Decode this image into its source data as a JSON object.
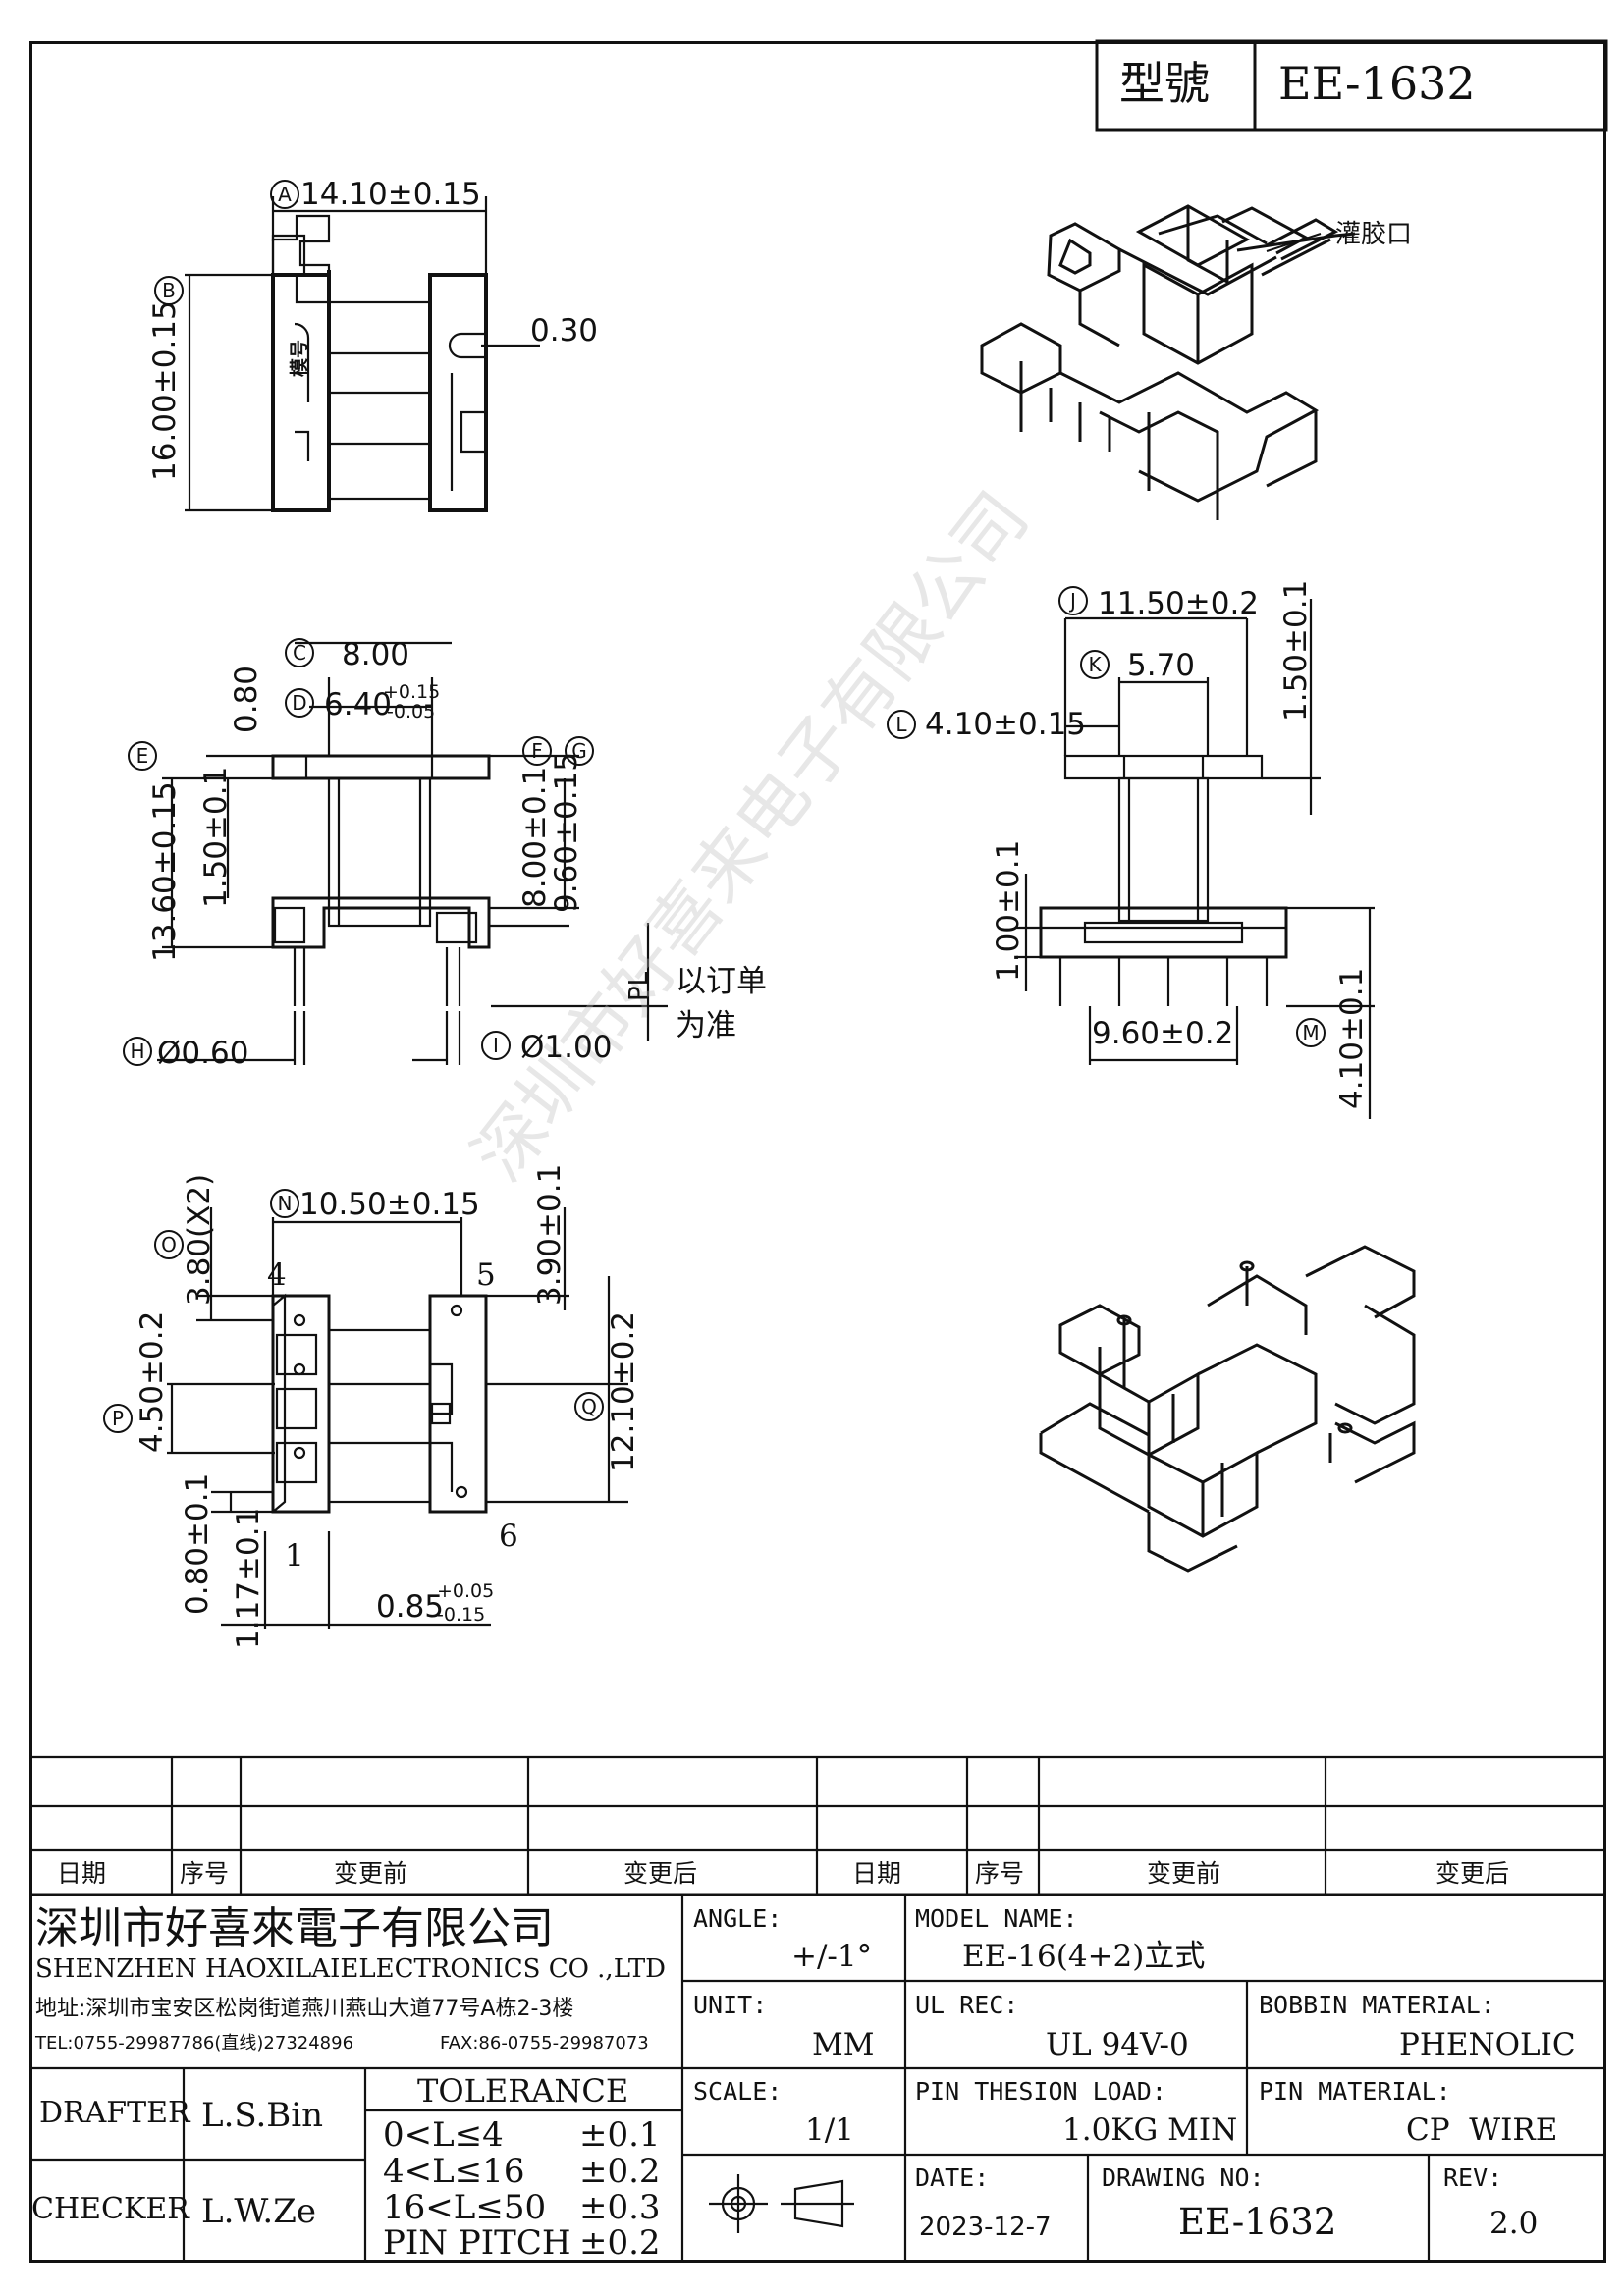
{
  "model_box": {
    "label": "型號",
    "value": "EE-1632"
  },
  "glue_note": "灌胶口",
  "side_mark": "模号",
  "views": {
    "top": {
      "A": "14.10±0.15",
      "B": "16.00±0.15",
      "gap": "0.30"
    },
    "front": {
      "C": "8.00",
      "D_main": "6.40",
      "D_plus": "+0.15",
      "D_minus": "-0.05",
      "t080": "0.80",
      "E": "13.60±0.15",
      "h150": "1.50±0.1",
      "h800": "8.00±0.1",
      "h960": "9.60±0.15",
      "H": "Ø0.60",
      "I": "Ø1.00",
      "PL": "PL",
      "PL_note_1": "以订单",
      "PL_note_2": "为准"
    },
    "side": {
      "J": "11.50±0.2",
      "K": "5.70",
      "L": "4.10±0.15",
      "h150": "1.50±0.1",
      "h100": "1.00±0.1",
      "w960": "9.60±0.2",
      "M": "4.10±0.1"
    },
    "bottom": {
      "N": "10.50±0.15",
      "O": "3.80(X2)",
      "h390": "3.90±0.1",
      "P": "4.50±0.2",
      "Q": "12.10±0.2",
      "h080": "0.80±0.1",
      "h117": "1.17±0.1",
      "w085": "0.85",
      "w085_plus": "+0.05",
      "w085_minus": "-0.15",
      "pin1": "1",
      "pin4": "4",
      "pin5": "5",
      "pin6": "6"
    }
  },
  "circles": [
    "A",
    "B",
    "C",
    "D",
    "E",
    "F",
    "G",
    "H",
    "I",
    "J",
    "K",
    "L",
    "M",
    "N",
    "O",
    "P",
    "Q"
  ],
  "watermark": "深圳市好喜来电子有限公司",
  "revision_table": {
    "headers_left": [
      "日期",
      "序号",
      "变更前",
      "变更后"
    ],
    "headers_right": [
      "日期",
      "序号",
      "变更前",
      "变更后"
    ]
  },
  "company": {
    "name_cn": "深圳市好喜來電子有限公司",
    "name_en": "SHENZHEN HAOXILAIELECTRONICS CO .,LTD",
    "address": "地址:深圳市宝安区松岗街道燕川燕山大道77号A栋2-3楼",
    "tel": "TEL:0755-29987786(直线)27324896",
    "fax": "FAX:86-0755-29987073"
  },
  "staff": {
    "drafter_label": "DRAFTER",
    "drafter": "L.S.Bin",
    "checker_label": "CHECKER",
    "checker": "L.W.Ze"
  },
  "tolerance": {
    "title": "TOLERANCE",
    "rows": [
      {
        "range": "0<L≤4",
        "tol": "±0.1"
      },
      {
        "range": "4<L≤16",
        "tol": "±0.2"
      },
      {
        "range": "16<L≤50",
        "tol": "±0.3"
      },
      {
        "range": "PIN PITCH",
        "tol": "±0.2"
      }
    ]
  },
  "fields": {
    "angle_label": "ANGLE:",
    "angle": "+/-1°",
    "unit_label": "UNIT:",
    "unit": "MM",
    "scale_label": "SCALE:",
    "scale": "1/1",
    "model_label": "MODEL NAME:",
    "model": "EE-16(4+2)立式",
    "ul_label": "UL REC:",
    "ul": "UL 94V-0",
    "bobbin_label": "BOBBIN MATERIAL:",
    "bobbin": "PHENOLIC",
    "pinload_label": "PIN THESION LOAD:",
    "pinload": "1.0KG MIN",
    "pinmat_label": "PIN MATERIAL:",
    "pinmat": "CP  WIRE",
    "date_label": "DATE:",
    "date": "2023-12-7",
    "drawing_label": "DRAWING NO:",
    "drawing": "EE-1632",
    "rev_label": "REV:",
    "rev": "2.0"
  }
}
